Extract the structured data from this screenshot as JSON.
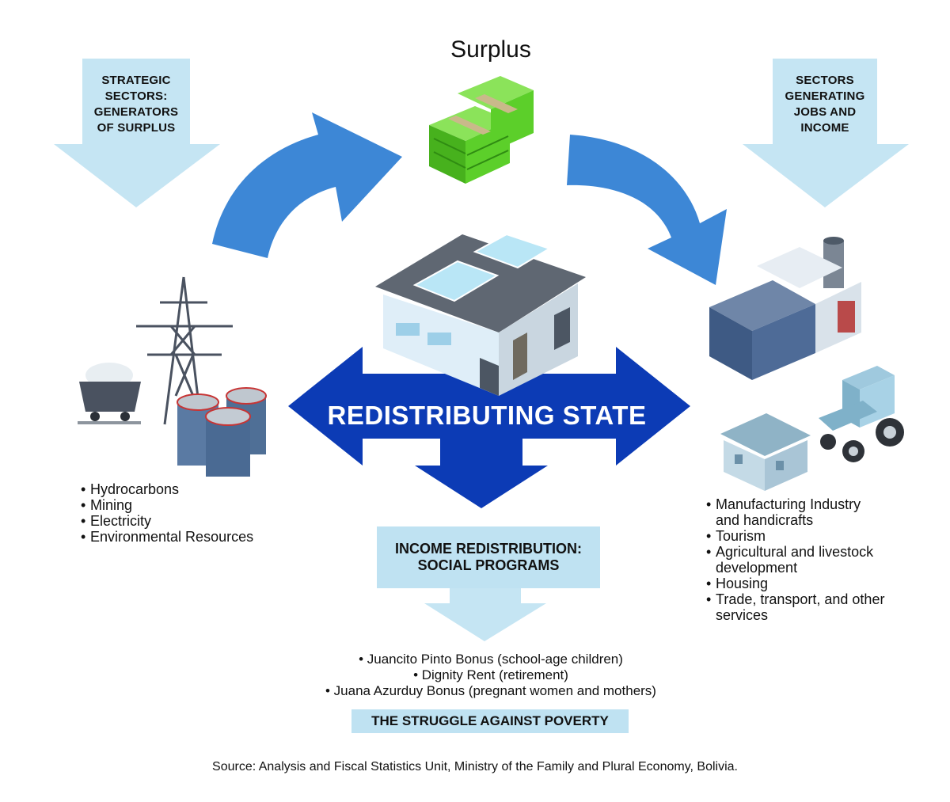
{
  "header": {
    "surplus_label": "Surplus"
  },
  "left_callout": {
    "lines": [
      "STRATEGIC",
      "SECTORS:",
      "GENERATORS",
      "OF SURPLUS"
    ]
  },
  "right_callout": {
    "lines": [
      "SECTORS",
      "GENERATING",
      "JOBS AND",
      "INCOME"
    ]
  },
  "center": {
    "state_label": "REDISTRIBUTING STATE"
  },
  "strategic_sectors": {
    "items": [
      "Hydrocarbons",
      "Mining",
      "Electricity",
      "Environmental Resources"
    ]
  },
  "job_sectors": {
    "items": [
      {
        "line1": "Manufacturing Industry",
        "line2": "and handicrafts"
      },
      {
        "line1": "Tourism",
        "line2": ""
      },
      {
        "line1": "Agricultural and livestock",
        "line2": "development"
      },
      {
        "line1": "Housing",
        "line2": ""
      },
      {
        "line1": "Trade, transport, and other",
        "line2": "services"
      }
    ]
  },
  "redistribution": {
    "line1": "INCOME REDISTRIBUTION:",
    "line2": "SOCIAL PROGRAMS"
  },
  "social_programs": {
    "items": [
      "• Juancito Pinto Bonus (school-age children)",
      "• Dignity Rent (retirement)",
      "• Juana Azurduy Bonus (pregnant women and mothers)"
    ]
  },
  "footer": {
    "poverty_label": "THE STRUGGLE AGAINST POVERTY",
    "source": "Source: Analysis and Fiscal Statistics Unit, Ministry of the Family and Plural Economy, Bolivia."
  },
  "colors": {
    "callout_blue": "#c5e5f3",
    "flow_arrow_blue": "#3d87d6",
    "state_arrow_blue": "#0c3bb5",
    "money_green": "#5ccf2a",
    "box_blue": "#bfe2f2"
  },
  "icons": [
    "money-stack-icon",
    "warehouse-icon",
    "power-tower-icon",
    "mine-cart-icon",
    "oil-barrels-icon",
    "factory-icon",
    "house-icon",
    "tractor-icon"
  ]
}
